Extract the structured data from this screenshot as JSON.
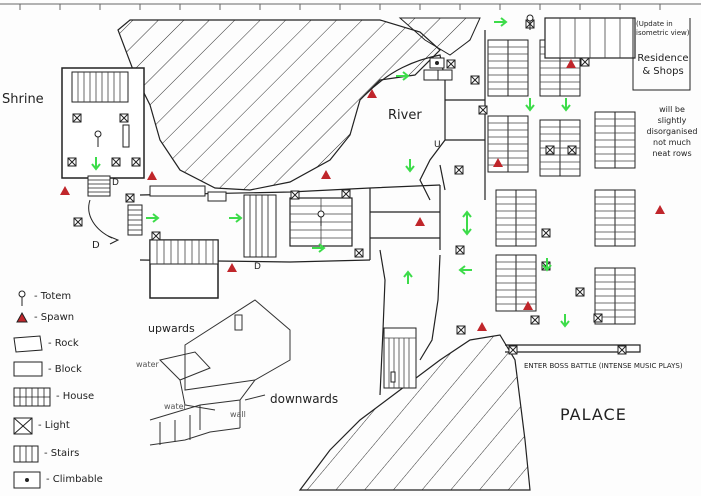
{
  "labels": {
    "shrine": "Shrine",
    "river": "River",
    "palace": "PALACE",
    "upwards": "upwards",
    "downwards": "downwards",
    "water1": "water",
    "water2": "water",
    "wall": "wall",
    "d1": "D",
    "d2": "D",
    "d3": "D",
    "u1": "U",
    "note_isometric": "(Update in isometric view)",
    "note_residence": "Residence & Shops",
    "note_disorganised": "will be slightly disorganised not much neat rows",
    "boss_note": "ENTER BOSS BATTLE (INTENSE MUSIC PLAYS)"
  },
  "legend": [
    {
      "icon": "totem-icon",
      "label": "- Totem"
    },
    {
      "icon": "spawn-icon",
      "label": "- Spawn"
    },
    {
      "icon": "rock-icon",
      "label": "- Rock"
    },
    {
      "icon": "block-icon",
      "label": "- Block"
    },
    {
      "icon": "house-icon",
      "label": "- House"
    },
    {
      "icon": "light-icon",
      "label": "- Light"
    },
    {
      "icon": "stairs-icon",
      "label": "- Stairs"
    },
    {
      "icon": "climbable-icon",
      "label": "- Climbable"
    }
  ],
  "colors": {
    "ink": "#222222",
    "spawn": "#c0262b",
    "arrow": "#3ddc4a"
  }
}
